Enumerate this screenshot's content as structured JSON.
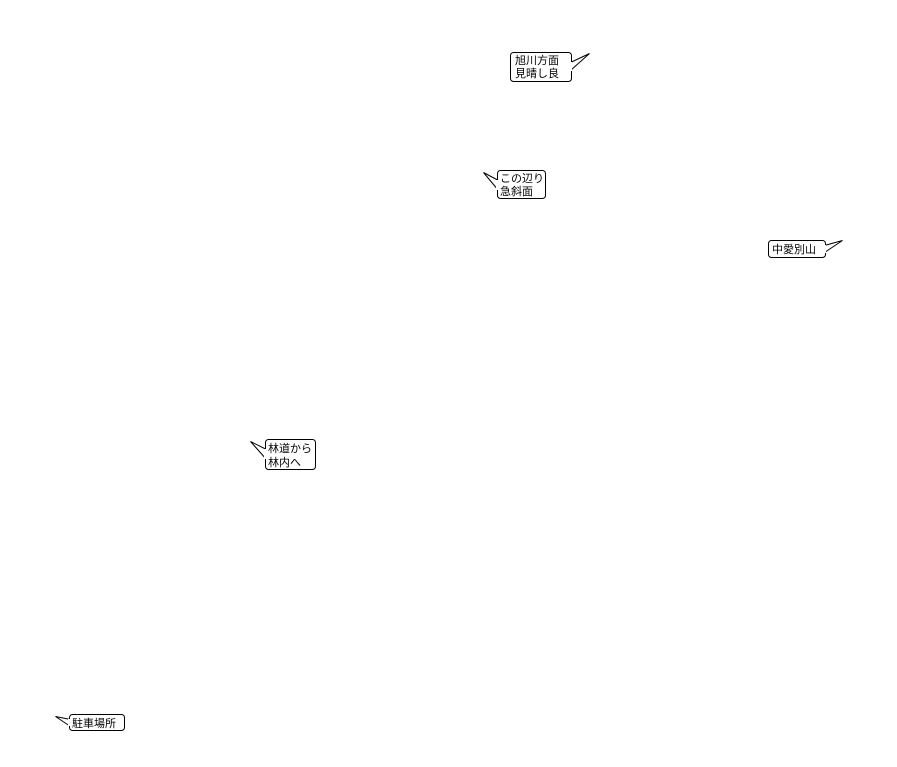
{
  "map": {
    "annotations": [
      {
        "id": "asahikawa-view",
        "lines": [
          "旭川方面",
          "見晴し良"
        ]
      },
      {
        "id": "steep-slope",
        "lines": [
          "この辺り",
          "急斜面"
        ]
      },
      {
        "id": "nakaaibetsu-mountain",
        "lines": [
          "中愛別山"
        ]
      },
      {
        "id": "forest-road-entry",
        "lines": [
          "林道から",
          "林内へ"
        ]
      },
      {
        "id": "parking-lot",
        "lines": [
          "駐車場所"
        ]
      }
    ]
  }
}
